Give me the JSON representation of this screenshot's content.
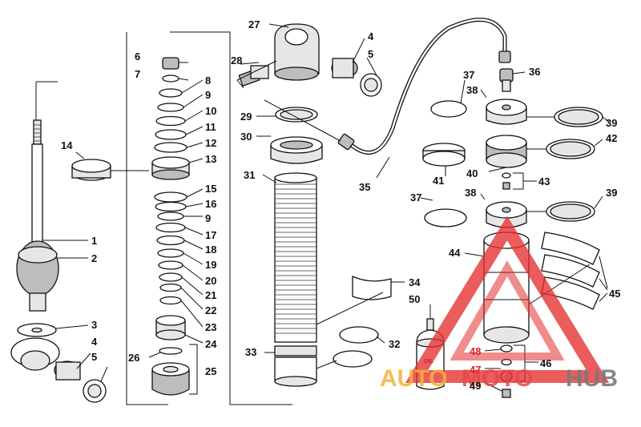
{
  "callouts": [
    {
      "id": "c1",
      "text": "1"
    },
    {
      "id": "c2",
      "text": "2"
    },
    {
      "id": "c3",
      "text": "3"
    },
    {
      "id": "c4a",
      "text": "4"
    },
    {
      "id": "c5a",
      "text": "5"
    },
    {
      "id": "c6",
      "text": "6"
    },
    {
      "id": "c7",
      "text": "7"
    },
    {
      "id": "c8",
      "text": "8"
    },
    {
      "id": "c9a",
      "text": "9"
    },
    {
      "id": "c10",
      "text": "10"
    },
    {
      "id": "c11",
      "text": "11"
    },
    {
      "id": "c12",
      "text": "12"
    },
    {
      "id": "c13",
      "text": "13"
    },
    {
      "id": "c14",
      "text": "14"
    },
    {
      "id": "c15",
      "text": "15"
    },
    {
      "id": "c16",
      "text": "16"
    },
    {
      "id": "c9b",
      "text": "9"
    },
    {
      "id": "c17",
      "text": "17"
    },
    {
      "id": "c18",
      "text": "18"
    },
    {
      "id": "c19",
      "text": "19"
    },
    {
      "id": "c20",
      "text": "20"
    },
    {
      "id": "c21",
      "text": "21"
    },
    {
      "id": "c22",
      "text": "22"
    },
    {
      "id": "c23",
      "text": "23"
    },
    {
      "id": "c24",
      "text": "24"
    },
    {
      "id": "c25",
      "text": "25"
    },
    {
      "id": "c26",
      "text": "26"
    },
    {
      "id": "c27",
      "text": "27"
    },
    {
      "id": "c28",
      "text": "28"
    },
    {
      "id": "c4b",
      "text": "4"
    },
    {
      "id": "c5b",
      "text": "5"
    },
    {
      "id": "c29",
      "text": "29"
    },
    {
      "id": "c30",
      "text": "30"
    },
    {
      "id": "c31",
      "text": "31"
    },
    {
      "id": "c32",
      "text": "32"
    },
    {
      "id": "c33",
      "text": "33"
    },
    {
      "id": "c34",
      "text": "34"
    },
    {
      "id": "c35",
      "text": "35"
    },
    {
      "id": "c36",
      "text": "36"
    },
    {
      "id": "c37a",
      "text": "37"
    },
    {
      "id": "c38a",
      "text": "38"
    },
    {
      "id": "c39a",
      "text": "39"
    },
    {
      "id": "c40",
      "text": "40"
    },
    {
      "id": "c41",
      "text": "41"
    },
    {
      "id": "c42",
      "text": "42"
    },
    {
      "id": "c43",
      "text": "43"
    },
    {
      "id": "c37b",
      "text": "37"
    },
    {
      "id": "c38b",
      "text": "38"
    },
    {
      "id": "c39b",
      "text": "39"
    },
    {
      "id": "c44",
      "text": "44"
    },
    {
      "id": "c45",
      "text": "45"
    },
    {
      "id": "c46",
      "text": "46"
    },
    {
      "id": "c47",
      "text": "47"
    },
    {
      "id": "c48",
      "text": "48"
    },
    {
      "id": "c49",
      "text": "49"
    },
    {
      "id": "c50",
      "text": "50"
    }
  ],
  "labels": {
    "oil_can": "OIL"
  },
  "watermark": {
    "part_a": "AUTO",
    "part_b": "MOTO",
    "part_c": "HUB",
    "colors": {
      "auto": "#f3b23a",
      "moto": "#e44a4a",
      "hub": "#7a7a7a",
      "triangle": "#e62e2e"
    }
  }
}
